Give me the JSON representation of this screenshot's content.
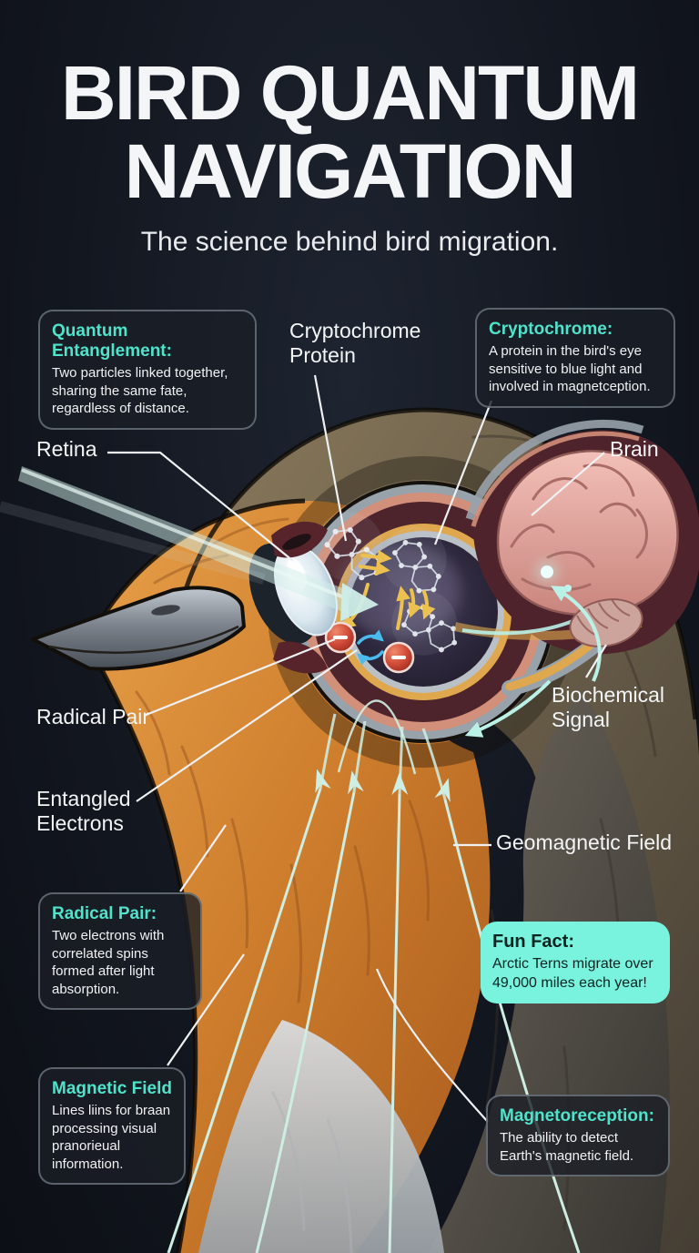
{
  "title": {
    "line1": "BIRD QUANTUM",
    "line2": "NAVIGATION",
    "subtitle": "The science behind bird migration."
  },
  "labels": {
    "cryptochrome_protein": "Cryptochrome Protein",
    "retina": "Retina",
    "brain": "Brain",
    "radical_pair": "Radical Pair",
    "entangled_electrons": "Entangled Electrons",
    "biochemical_signal": "Biochemical Signal",
    "geomagnetic_field": "Geomagnetic Field"
  },
  "callouts": {
    "quantum_entanglement": {
      "title": "Quantum Entanglement:",
      "body": "Two particles linked together, sharing the same fate, regardless of distance."
    },
    "cryptochrome": {
      "title": "Cryptochrome:",
      "body": "A protein in the bird's eye sensitive to blue light and involved in magnetception."
    },
    "radical_pair": {
      "title": "Radical Pair:",
      "body": "Two electrons with correlated spins formed after light absorption."
    },
    "fun_fact": {
      "title": "Fun Fact:",
      "body": "Arctic Terns migrate over 49,000 miles each year!"
    },
    "magnetic_field": {
      "title": "Magnetic Field",
      "body": "Lines liins for braan processing visual pranorieual information."
    },
    "magnetoreception": {
      "title": "Magnetoreception:",
      "body": "The ability to detect Earth's magnetic field."
    }
  },
  "colors": {
    "accent_teal": "#4FE3CC",
    "funfact_bg": "#79F2DE",
    "field_line_mint": "#CFEEE3",
    "electron_red": "#C84338",
    "arrow_yellow": "#ECC14F",
    "beam_cyan": "#CFEEE8",
    "background": "#131720"
  }
}
